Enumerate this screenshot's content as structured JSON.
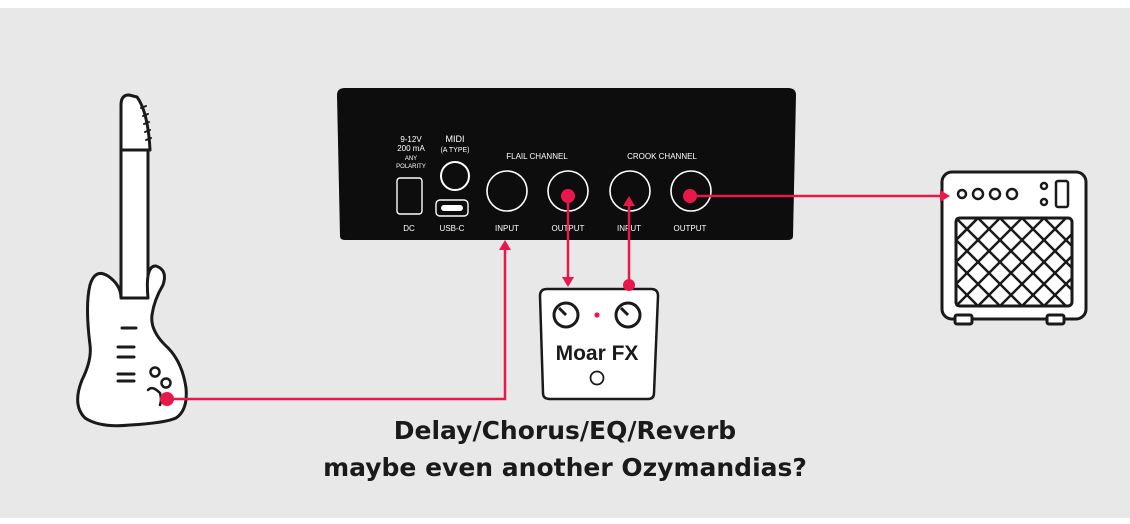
{
  "colors": {
    "background": "#e8e8e8",
    "device": "#0d0d0d",
    "cable": "#e8194a",
    "line": "#1a1a1a"
  },
  "device": {
    "dc_spec": [
      "9-12V",
      "200 mA",
      "ANY",
      "POLARITY"
    ],
    "midi_label": "MIDI",
    "midi_type": "(A TYPE)",
    "flail_channel": "FLAIL CHANNEL",
    "crook_channel": "CROOK CHANNEL",
    "dc_label": "DC",
    "usb_label": "USB-C",
    "input_label": "INPUT",
    "output_label": "OUTPUT"
  },
  "pedal": {
    "name": "Moar FX"
  },
  "caption": {
    "line1": "Delay/Chorus/EQ/Reverb",
    "line2": "maybe even another Ozymandias?"
  },
  "icons": [
    "guitar-icon",
    "amp-icon",
    "pedal-icon"
  ]
}
